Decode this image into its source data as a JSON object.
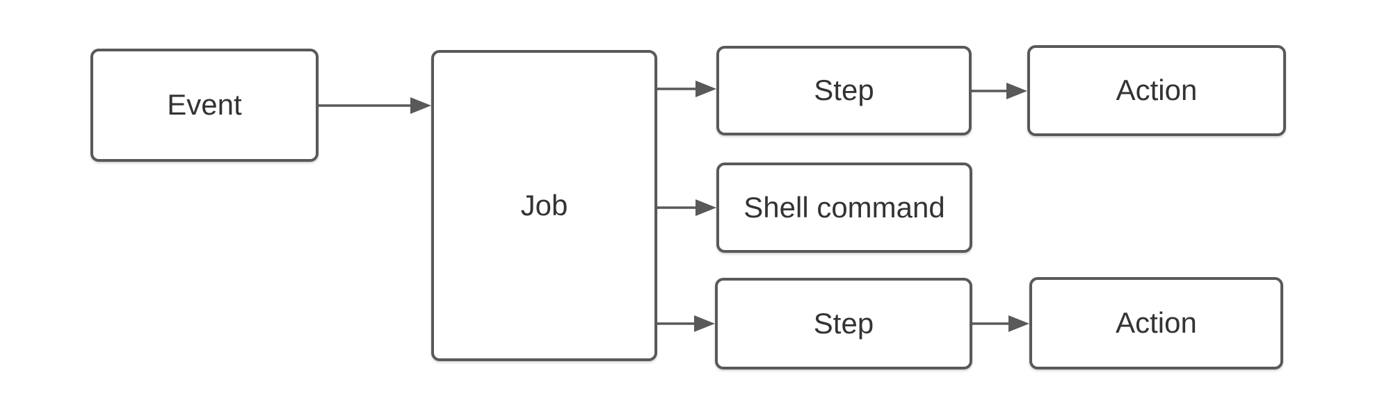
{
  "diagram": {
    "type": "flowchart",
    "colors": {
      "stroke": "#595959",
      "text": "#333333",
      "fill": "#ffffff",
      "background": "#ffffff"
    },
    "nodes": [
      {
        "id": "event",
        "label": "Event"
      },
      {
        "id": "job",
        "label": "Job"
      },
      {
        "id": "step-top",
        "label": "Step"
      },
      {
        "id": "action-top",
        "label": "Action"
      },
      {
        "id": "shell-command",
        "label": "Shell command"
      },
      {
        "id": "step-bottom",
        "label": "Step"
      },
      {
        "id": "action-bottom",
        "label": "Action"
      }
    ],
    "edges": [
      {
        "from": "event",
        "to": "job"
      },
      {
        "from": "job",
        "to": "step-top"
      },
      {
        "from": "job",
        "to": "shell-command"
      },
      {
        "from": "job",
        "to": "step-bottom"
      },
      {
        "from": "step-top",
        "to": "action-top"
      },
      {
        "from": "step-bottom",
        "to": "action-bottom"
      }
    ]
  }
}
